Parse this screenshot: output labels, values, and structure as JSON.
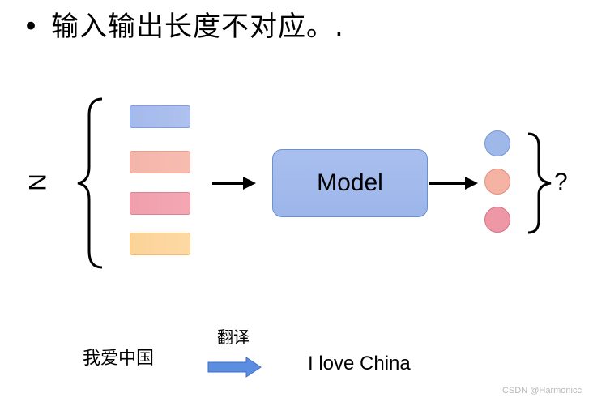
{
  "title": {
    "bullet": "•",
    "text": "输入输出长度不对应。."
  },
  "input_side": {
    "label": "N",
    "vectors": [
      {
        "fill": "#aec1ef",
        "stroke": "#7f9ddf"
      },
      {
        "fill": "#f7bcb1",
        "stroke": "#e99b8e"
      },
      {
        "fill": "#f4a7b3",
        "stroke": "#e07f90"
      },
      {
        "fill": "#fdd9a3",
        "stroke": "#f2bb70"
      }
    ]
  },
  "model": {
    "label": "Model",
    "fill": "#a8bfee",
    "stroke": "#6d8fd3"
  },
  "output_side": {
    "question": "?",
    "dots": [
      {
        "fill": "#9fb8ea",
        "stroke": "#7796d6"
      },
      {
        "fill": "#f5b3a4",
        "stroke": "#e38f7f"
      },
      {
        "fill": "#ee98a6",
        "stroke": "#d96f83"
      }
    ]
  },
  "translation_example": {
    "source": "我爱中国",
    "label": "翻译",
    "target": "I love China",
    "arrow_color": "#5b8ee0"
  },
  "watermark": "CSDN @Harmonicc"
}
